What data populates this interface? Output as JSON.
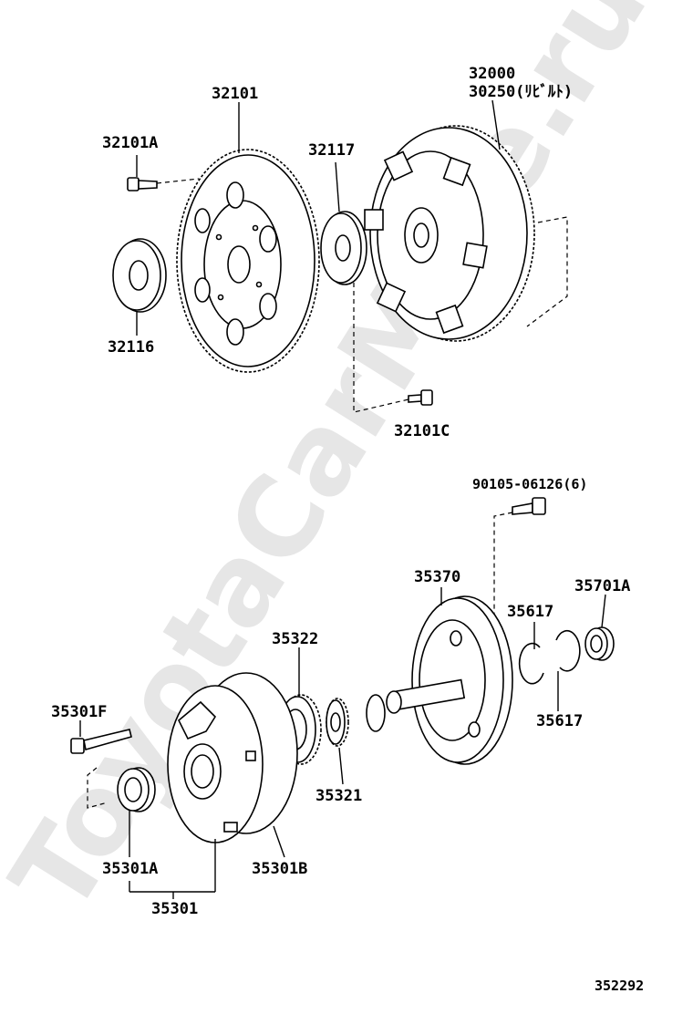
{
  "watermark": "ToyotaCarMine.ru",
  "labels": {
    "p32101": "32101",
    "p32101A": "32101A",
    "p32116": "32116",
    "p32117": "32117",
    "p32000": "32000",
    "p30250": "30250(ﾘﾋﾞﾙﾄ)",
    "p32101C": "32101C",
    "p90105": "90105-06126(6)",
    "p35370": "35370",
    "p35701A": "35701A",
    "p35617a": "35617",
    "p35617b": "35617",
    "p35322": "35322",
    "p35301F": "35301F",
    "p35321": "35321",
    "p35301A": "35301A",
    "p35301B": "35301B",
    "p35301": "35301"
  },
  "diagram_id": "352292"
}
